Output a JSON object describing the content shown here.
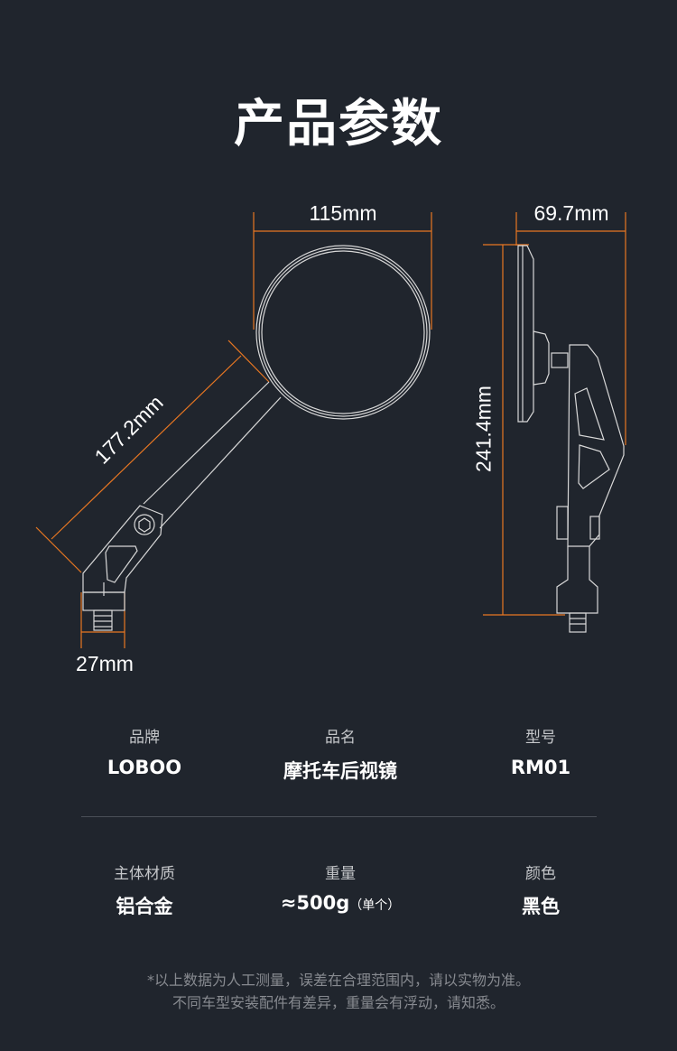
{
  "title": "产品参数",
  "colors": {
    "background": "#20252d",
    "dimension_line": "#e87722",
    "drawing_line": "#d8d8d8"
  },
  "dimensions": {
    "mirror_width": "115mm",
    "side_depth": "69.7mm",
    "total_height": "241.4mm",
    "arm_length": "177.2mm",
    "mount_width": "27mm"
  },
  "specs": [
    {
      "label": "品牌",
      "value": "LOBOO"
    },
    {
      "label": "品名",
      "value": "摩托车后视镜"
    },
    {
      "label": "型号",
      "value": "RM01"
    },
    {
      "label": "主体材质",
      "value": "铝合金"
    },
    {
      "label": "重量",
      "value": "≈500g",
      "note": "（单个）"
    },
    {
      "label": "颜色",
      "value": "黑色"
    }
  ],
  "footnote": [
    "*以上数据为人工测量，误差在合理范围内，请以实物为准。",
    "不同车型安装配件有差异，重量会有浮动，请知悉。"
  ]
}
